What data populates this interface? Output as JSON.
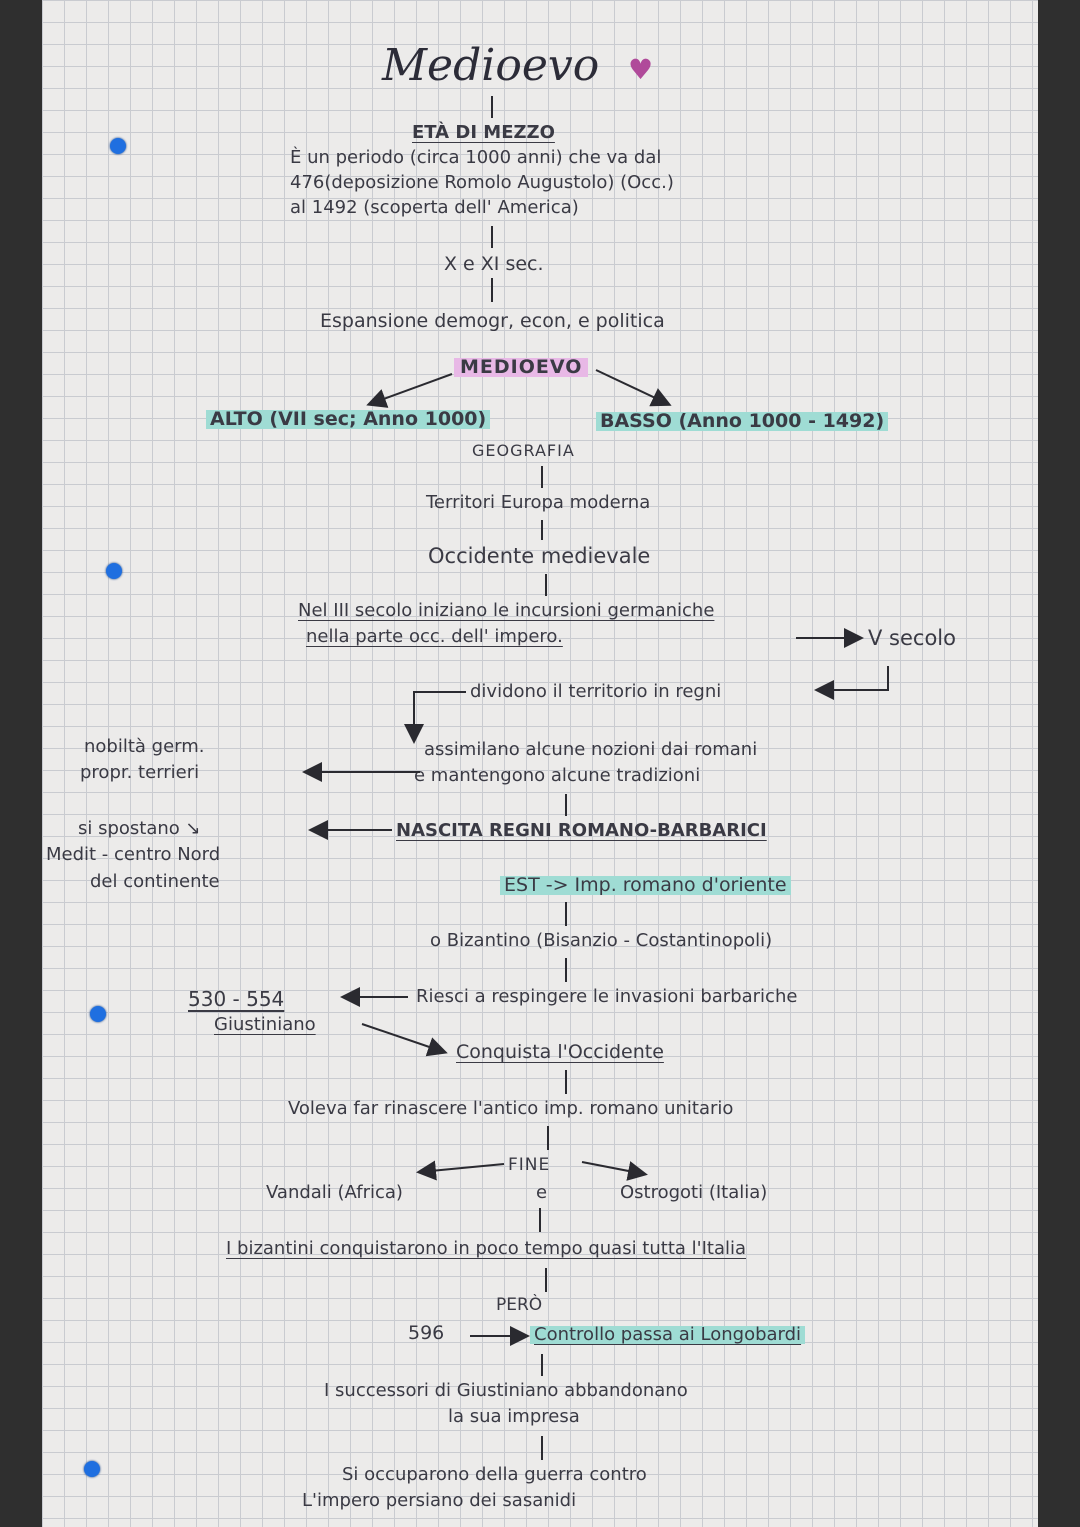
{
  "page": {
    "title": "Medioevo",
    "heart": "♥",
    "subtitle": "ETÀ DI MEZZO",
    "intro": [
      "È un periodo (circa 1000 anni) che va dal",
      "476(deposizione Romolo Augustolo) (Occ.)",
      "al 1492 (scoperta dell' America)"
    ],
    "century": "X e XI sec.",
    "expansion": "Espansione demogr, econ, e politica",
    "medioevo": "MEDIOEVO",
    "alto": "ALTO (VII sec; Anno 1000)",
    "basso": "BASSO (Anno 1000 - 1492)",
    "geografia": "GEOGRAFIA",
    "territori": "Territori Europa moderna",
    "occidente": "Occidente medievale",
    "incursioni": [
      "Nel III secolo iniziano le incursioni germaniche",
      "nella parte occ. dell' impero."
    ],
    "v_secolo": "V secolo",
    "dividono": "dividono il territorio in regni",
    "nobilta": [
      "nobiltà germ.",
      "propr. terrieri"
    ],
    "assimilano": [
      "assimilano alcune nozioni dai romani",
      "e mantengono alcune tradizioni"
    ],
    "spostano": [
      "si spostano ↘",
      "Medit - centro Nord",
      "del continente"
    ],
    "nascita": "NASCITA REGNI ROMANO-BARBARICI",
    "est": "EST -> Imp. romano d'oriente",
    "bizantino": "o Bizantino (Bisanzio - Costantinopoli)",
    "giustiniano_date": "530 - 554",
    "giustiniano": "Giustiniano",
    "riesce": "Riesci a respingere le invasioni barbariche",
    "conquista": "Conquista l'Occidente",
    "voleva": "Voleva far rinascere l'antico imp. romano unitario",
    "fine": "FINE",
    "vandali": "Vandali (Africa)",
    "e": "e",
    "ostrogoti": "Ostrogoti (Italia)",
    "bizantini": "I bizantini conquistarono in poco tempo quasi tutta l'Italia",
    "pero": "PERÒ",
    "year_596": "596",
    "controllo": "Controllo passa ai Longobardi",
    "successori": [
      "I successori di Giustiniano abbandonano",
      "la sua impresa"
    ],
    "occuparono": [
      "Si occuparono della guerra contro",
      "L'impero persiano dei sasanidi"
    ]
  },
  "colors": {
    "paper": "#ecebea",
    "grid": "#c9cbd0",
    "ink": "#3a3a44",
    "highlight_teal": "#9fdcd4",
    "highlight_pink": "#e8b8e6",
    "binder_hole": "#1f6fe0",
    "heart": "#b04a9a"
  }
}
